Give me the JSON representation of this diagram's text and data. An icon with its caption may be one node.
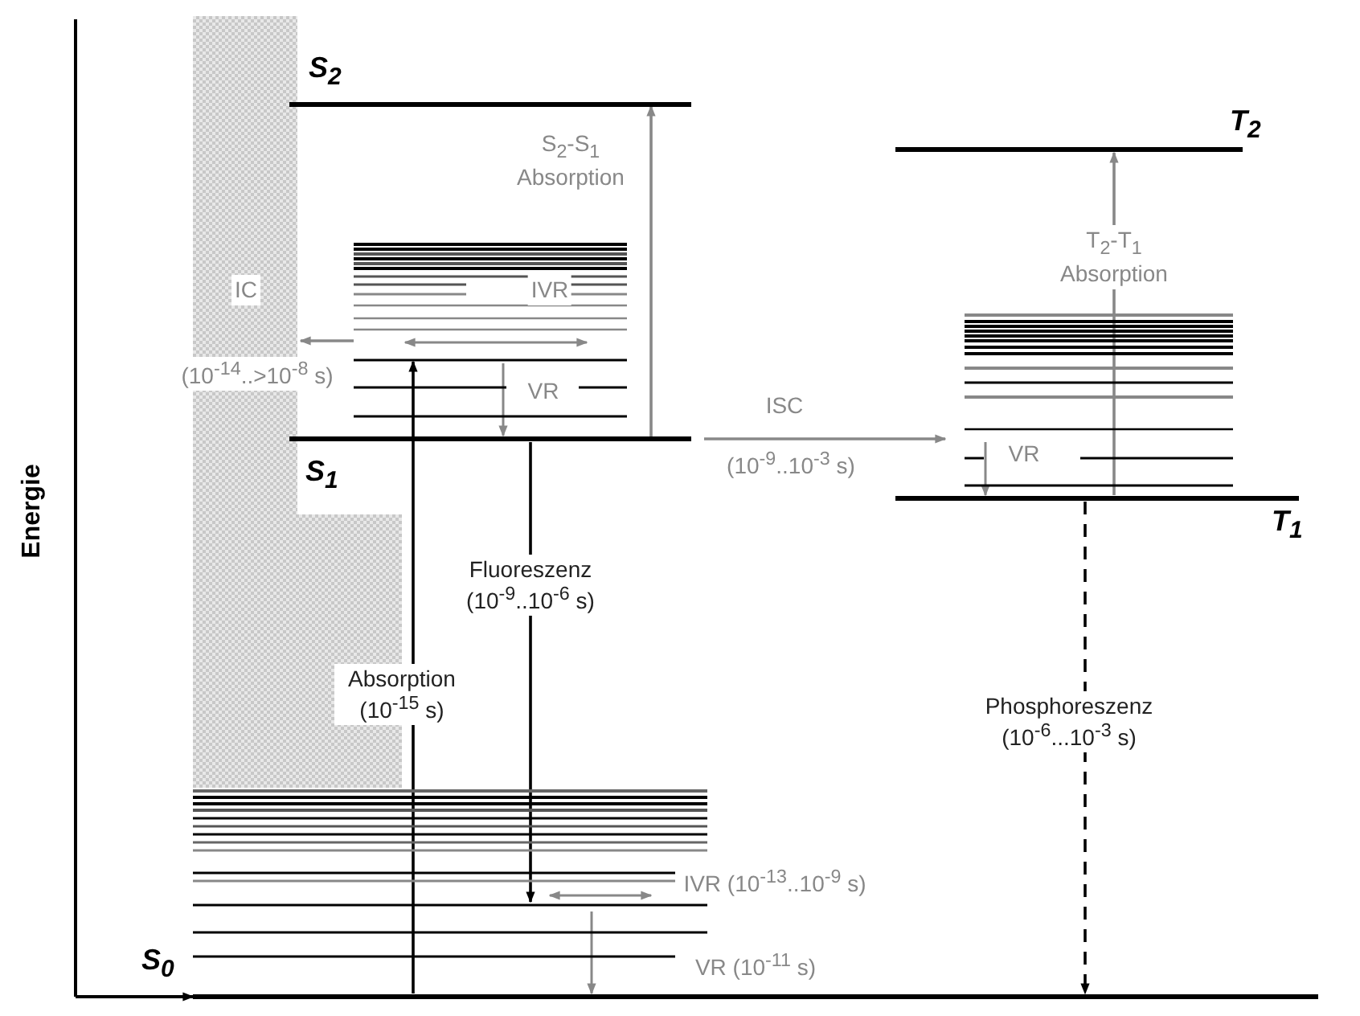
{
  "diagram": {
    "nodes": [
      {
        "text": [],
        "shape": "bar"
      },
      {
        "text": [
          "S$_{2}$"
        ]
      },
      {
        "text": [
          "S$_{1}$"
        ]
      },
      {
        "text": [
          "S$_{0}$"
        ]
      },
      {
        "text": [
          "T$_{2}$"
        ]
      },
      {
        "text": [
          "T$_{1}$"
        ]
      }
    ],
    "edges": [
      {
        "from": 2,
        "to": 0,
        "arrow": "to",
        "label": "IC",
        "color": "#888888"
      },
      {
        "from": 2,
        "to": 1,
        "arrow": "to",
        "label": "S$_{2}$-S$_{1}$ Absorption",
        "color": "#888888"
      },
      {
        "from": 3,
        "to": 2,
        "arrow": "to",
        "label": "Absorption (10$^{-15}$ s)",
        "color": "#000000"
      },
      {
        "from": 2,
        "to": 3,
        "arrow": "to",
        "label": "Fluoreszenz (10$^{-9}$..10$^{-6}$ s)",
        "color": "#000000"
      },
      {
        "from": 2,
        "to": 5,
        "arrow": "to",
        "label": "ISC",
        "color": "#888888"
      },
      {
        "from": 5,
        "to": 4,
        "arrow": "to",
        "label": "T$_{2}$-T$_{1}$ Absorption",
        "color": "#888888"
      },
      {
        "from": 5,
        "to": 3,
        "arrow": "to",
        "label": "Phosphoreszenz (10$^{-6}$...10$^{-3}$ s)",
        "style": "dashed",
        "color": "#000000"
      }
    ],
    "labels": [
      "Energie",
      "(10$^{-14}$..>10$^{-8}$ s)",
      "IVR",
      "VR",
      "(10$^{-9}$..10$^{-3}$ s)",
      "VR",
      "IVR (10$^{-13}$..10$^{-9}$ s)",
      "VR (10$^{-11}$ s)"
    ]
  }
}
